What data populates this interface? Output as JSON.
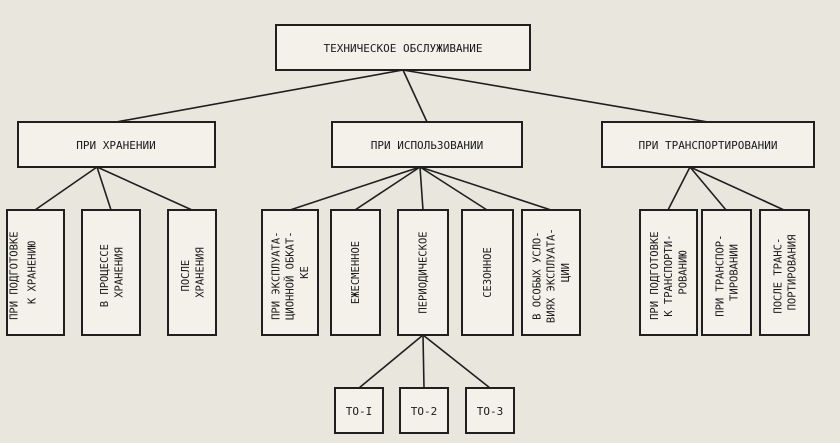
{
  "root": {
    "label": "ТЕХНИЧЕСКОЕ ОБСЛУЖИВАНИЕ"
  },
  "categories": [
    {
      "label": "ПРИ ХРАНЕНИИ",
      "items": [
        [
          "ПРИ ПОДГОТОВКЕ",
          "К ХРАНЕНИЮ"
        ],
        [
          "В ПРОЦЕССЕ",
          "ХРАНЕНИЯ"
        ],
        [
          "ПОСЛЕ",
          "ХРАНЕНИЯ"
        ]
      ]
    },
    {
      "label": "ПРИ ИСПОЛЬЗОВАНИИ",
      "items": [
        [
          "ПРИ ЭКСПЛУАТА-",
          "ЦИОННОЙ ОБКАТ-",
          "КЕ"
        ],
        [
          "ЕЖЕСМЕННОЕ"
        ],
        [
          "ПЕРИОДИЧЕСКОЕ"
        ],
        [
          "СЕЗОННОЕ"
        ],
        [
          "В ОСОБЫХ УСЛО-",
          "ВИЯХ ЭКСПЛУАТА-",
          "ЦИИ"
        ]
      ]
    },
    {
      "label": "ПРИ ТРАНСПОРТИРОВАНИИ",
      "items": [
        [
          "ПРИ ПОДГОТОВКЕ",
          "К ТРАНСПОРТИ-",
          "РОВАНИЮ"
        ],
        [
          "ПРИ ТРАНСПОР-",
          "ТИРОВАНИИ"
        ],
        [
          "ПОСЛЕ ТРАНС-",
          "ПОРТИРОВАНИЯ"
        ]
      ]
    }
  ],
  "periodic_subtypes": [
    "ТО-I",
    "ТО-2",
    "ТО-3"
  ]
}
